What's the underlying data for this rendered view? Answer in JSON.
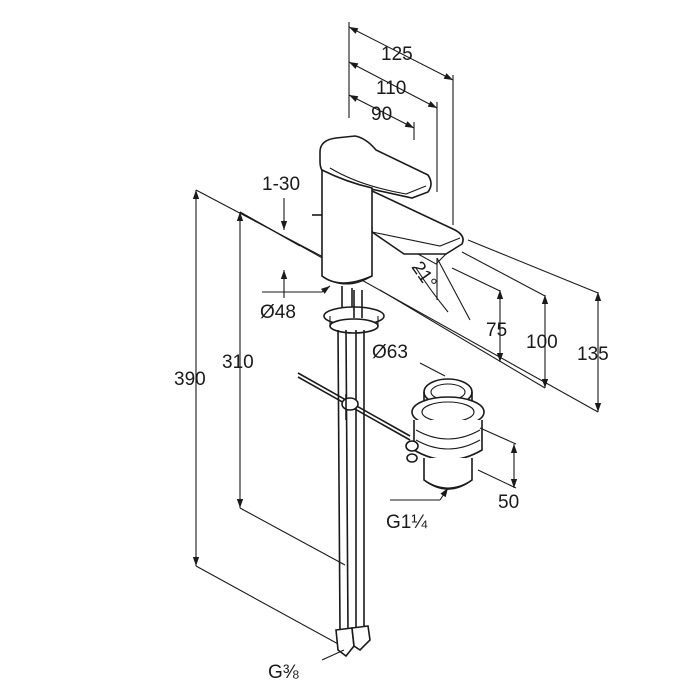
{
  "dimensions": {
    "d125": "125",
    "d110": "110",
    "d90": "90",
    "d1_30": "1-30",
    "d21": "21°",
    "d48": "Ø48",
    "d75": "75",
    "d100": "100",
    "d135": "135",
    "d390": "390",
    "d310": "310",
    "d63": "Ø63",
    "d50": "50",
    "g114": "G1¼",
    "g38": "G⅜"
  }
}
